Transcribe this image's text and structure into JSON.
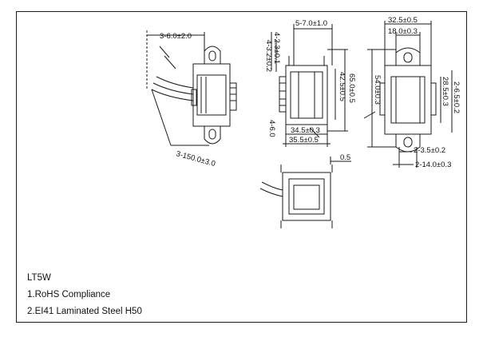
{
  "notes": {
    "model": "LT5W",
    "line1": "1.RoHS Compliance",
    "line2": "2.EI41 Laminated Steel H50"
  },
  "dimensions": {
    "side_view": {
      "lead_spacing": "3-6.0±2.0",
      "lead_length": "3-150.0±3.0"
    },
    "front_view": {
      "top": "5-7.0±1.0",
      "vert_a": "4-2.3±0.1",
      "vert_b": "4-3.2±0.2",
      "height_inner": "42.5±0.5",
      "height_outer": "65.0±0.5",
      "hole": "4-6.0",
      "width_inner": "34.5±0.3",
      "width_outer": "35.5±0.5"
    },
    "right_view": {
      "top_outer": "32.5±0.5",
      "top_inner": "18.0±0.3",
      "height": "54.0±0.3",
      "side_a": "28.5±0.3",
      "side_b": "2-6.5±0.2",
      "mount_a": "2-3.5±0.2",
      "mount_b": "2-14.0±0.3"
    },
    "bottom_view": {
      "offset": "0.5"
    }
  }
}
